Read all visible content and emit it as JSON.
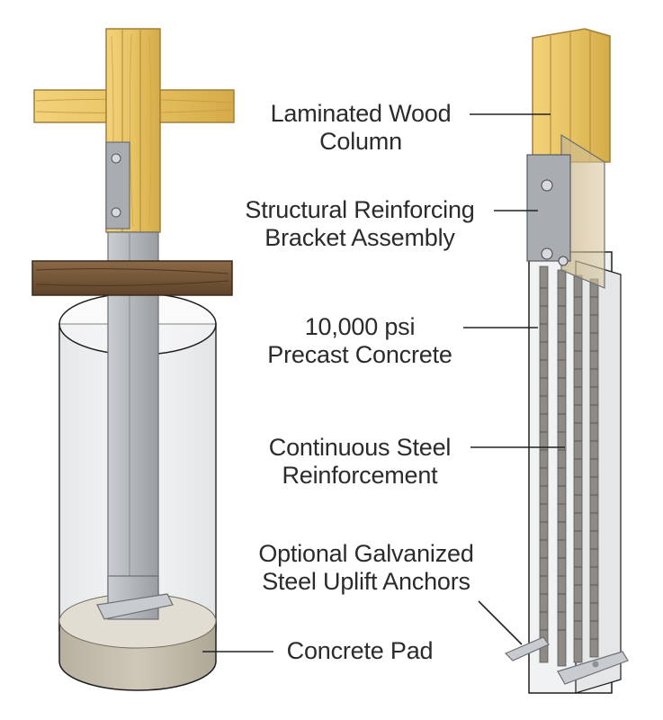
{
  "labels": {
    "wood": {
      "line1": "Laminated Wood",
      "line2": "Column"
    },
    "bracket": {
      "line1": "Structural Reinforcing",
      "line2": "Bracket Assembly"
    },
    "precast": {
      "line1": "10,000 psi",
      "line2": "Precast Concrete"
    },
    "steel": {
      "line1": "Continuous Steel",
      "line2": "Reinforcement"
    },
    "anchors": {
      "line1": "Optional Galvanized",
      "line2": "Steel Uplift Anchors"
    },
    "pad": {
      "line1": "Concrete Pad"
    }
  },
  "colors": {
    "wood_light": "#e9c46a",
    "wood_dark": "#7a5a3a",
    "steel": "#b8bcc0",
    "steel_dark": "#8f9398",
    "concrete_pad": "#c9c3b4",
    "glass": "#eef0f1",
    "leader": "#222222"
  }
}
